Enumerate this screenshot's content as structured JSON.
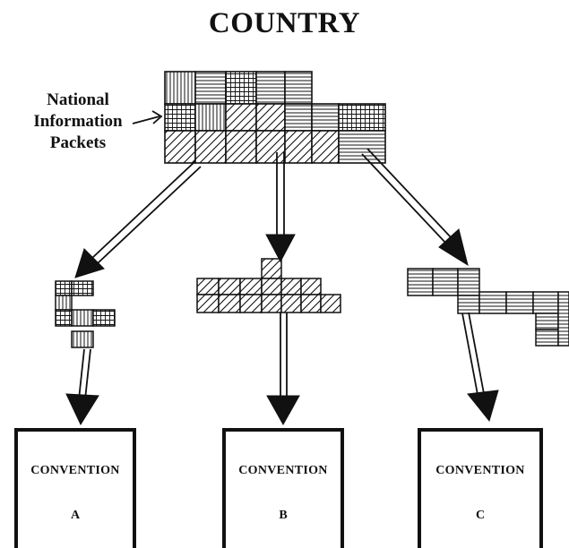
{
  "title": "COUNTRY",
  "source_label": [
    "National",
    "Information",
    "Packets"
  ],
  "conventions": [
    {
      "name": "CONVENTION",
      "letter": "A"
    },
    {
      "name": "CONVENTION",
      "letter": "B"
    },
    {
      "name": "CONVENTION",
      "letter": "C"
    }
  ],
  "colors": {
    "ink": "#111111",
    "background": "#ffffff"
  }
}
